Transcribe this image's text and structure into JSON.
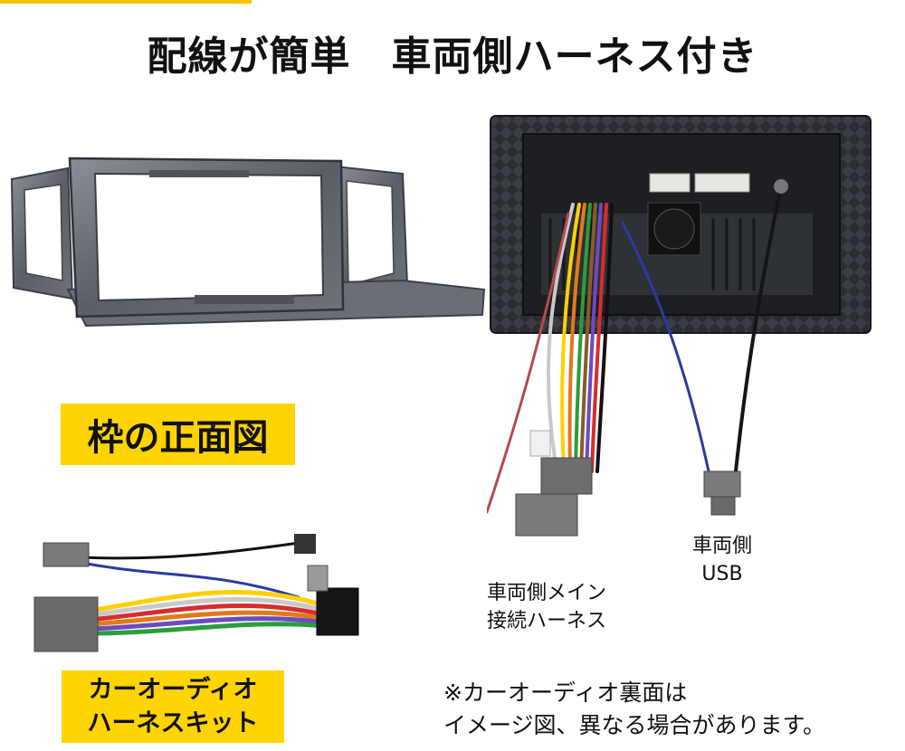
{
  "headline": "配線が簡単　車両側ハーネス付き",
  "labels": {
    "frame_front": "枠の正面図",
    "audio_kit_line1": "カーオーディオ",
    "audio_kit_line2": "ハーネスキット"
  },
  "callouts": {
    "main_harness_line1": "車両側メイン",
    "main_harness_line2": "接続ハーネス",
    "usb_line1": "車両側",
    "usb_line2": "USB"
  },
  "note": {
    "line1": "※カーオーディオ裏面は",
    "line2": "イメージ図、異なる場合があります。"
  },
  "colors": {
    "accent_yellow": "#ffd400",
    "frame_gray": "#5d626a",
    "panel_dark": "#25272c"
  }
}
